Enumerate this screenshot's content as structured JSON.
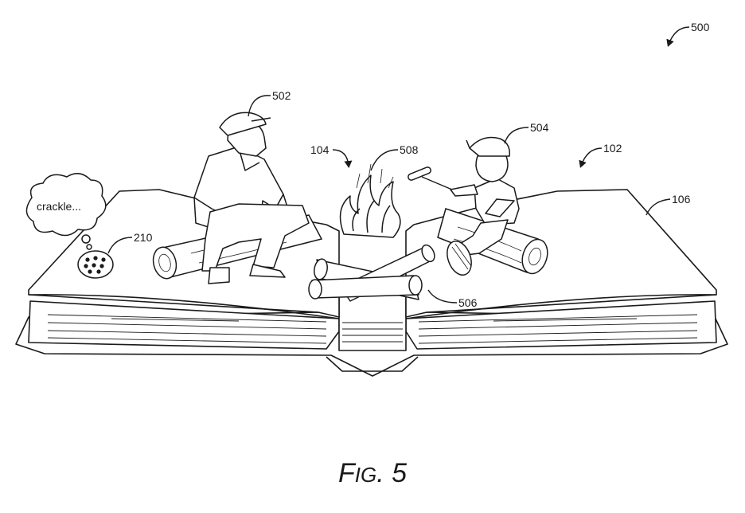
{
  "figure": {
    "caption_lead": "F",
    "caption_smallcaps": "IG",
    "caption_tail": ". 5"
  },
  "labels": {
    "ref_500": "500",
    "ref_502": "502",
    "ref_504": "504",
    "ref_104": "104",
    "ref_508": "508",
    "ref_102": "102",
    "ref_106": "106",
    "ref_210": "210",
    "ref_506": "506"
  },
  "speech_bubble": {
    "text": "crackle..."
  },
  "icons": {
    "speaker": "speaker-icon",
    "fire": "campfire-icon",
    "person_left": "camper-seated-icon",
    "person_right": "camper-roasting-icon",
    "book": "open-book-icon"
  },
  "colors": {
    "ink": "#1a1a1a",
    "paper": "#ffffff"
  }
}
